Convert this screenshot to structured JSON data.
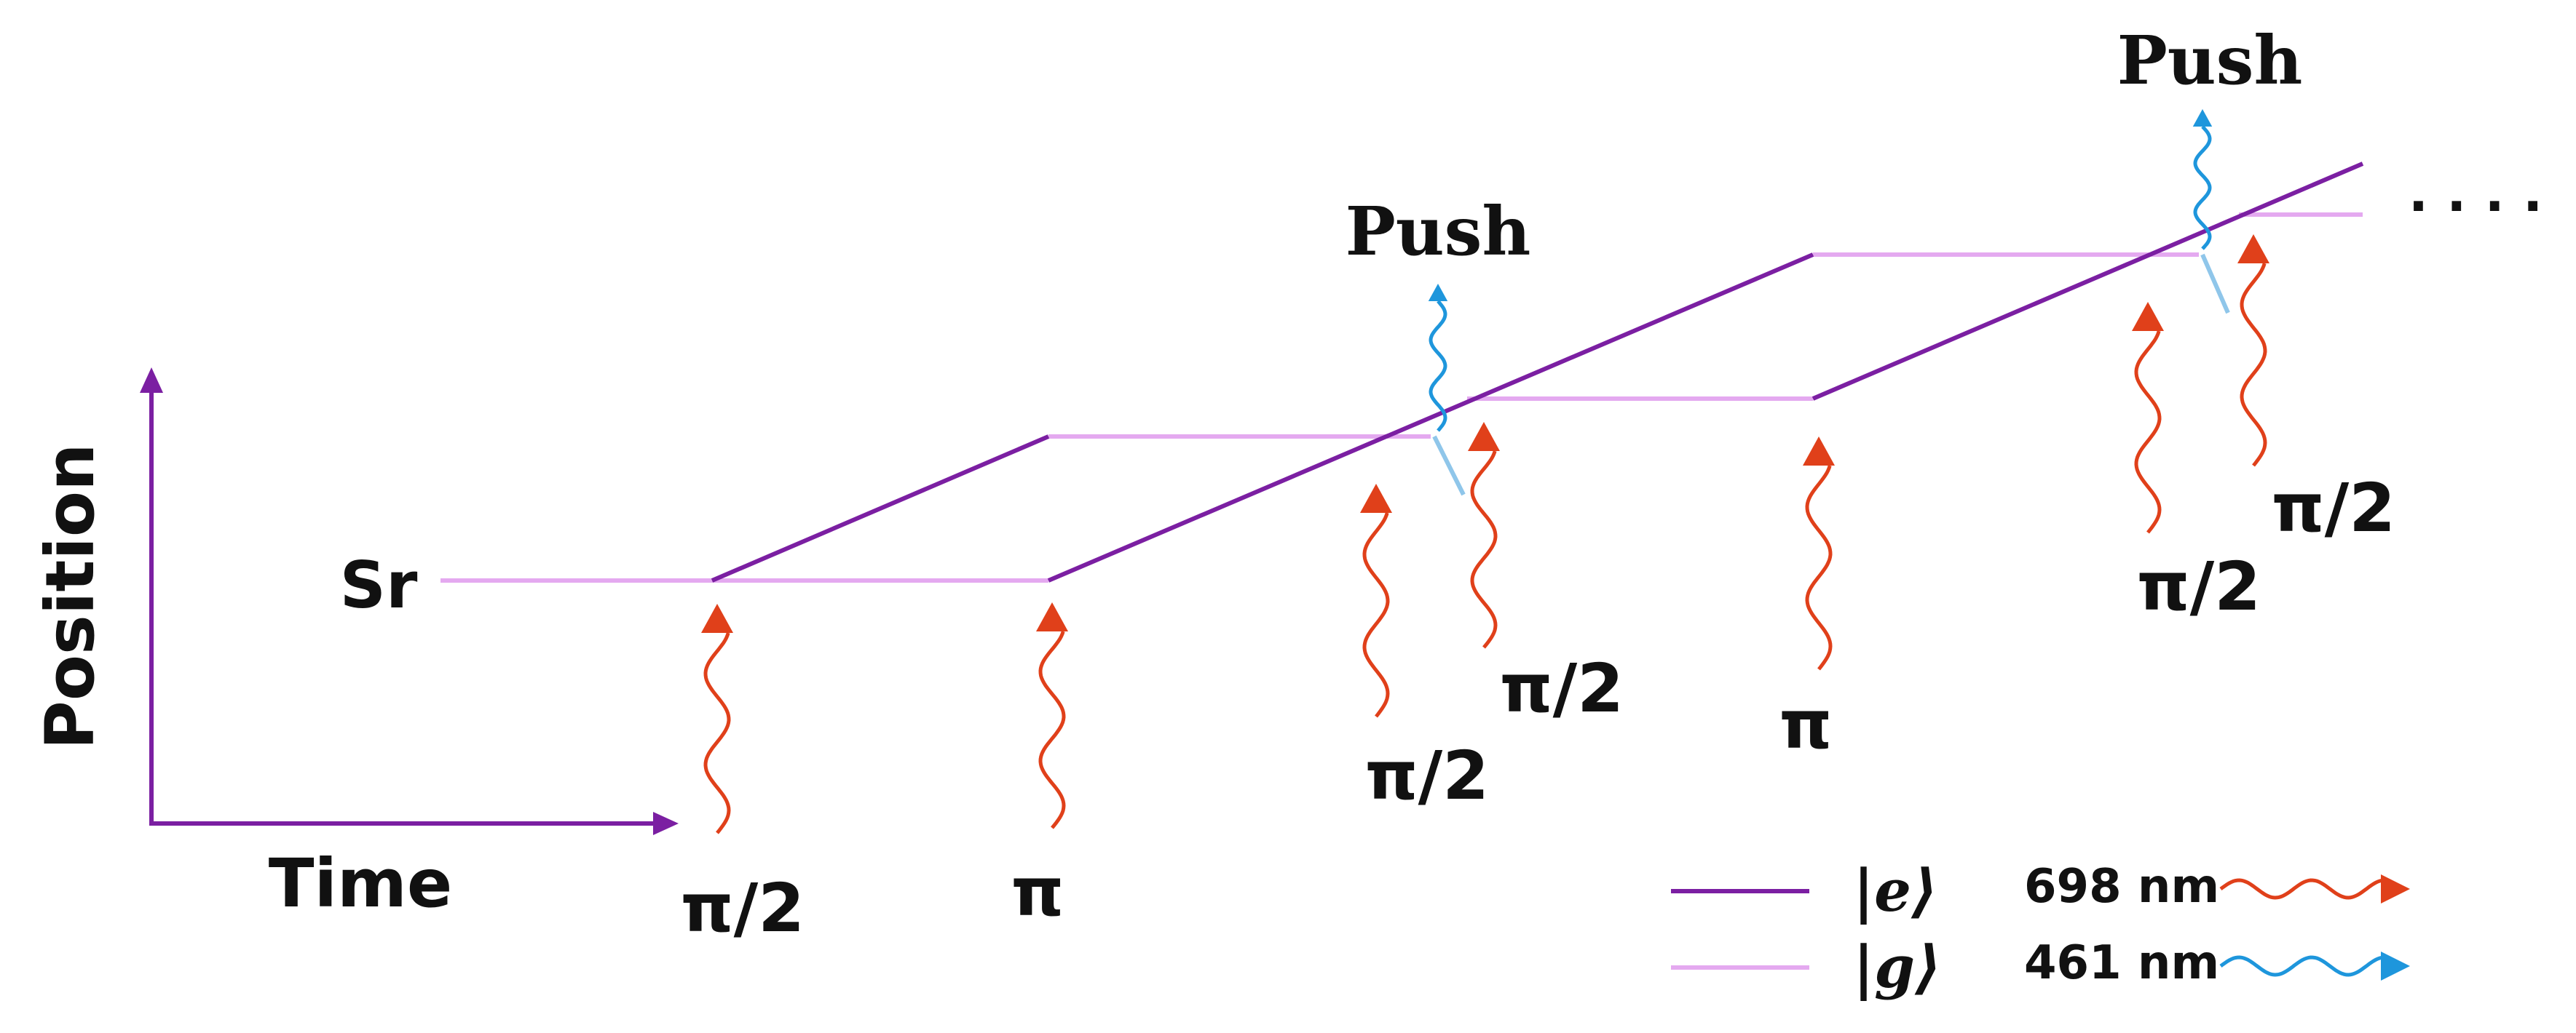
{
  "axes": {
    "y_label": "Position",
    "x_label": "Time"
  },
  "atom_label": "Sr",
  "push_labels": [
    "Push",
    "Push"
  ],
  "pulse_labels": [
    "π/2",
    "π",
    "π/2",
    "π/2",
    "π",
    "π/2",
    "π/2"
  ],
  "continuation": ". . . .",
  "legend": {
    "excited_state": "|e⟩",
    "ground_state": "|g⟩",
    "red_wavelength": "698 nm",
    "blue_wavelength": "461 nm"
  },
  "colors": {
    "excited": "#7B1FA2",
    "ground": "#E4A9F0",
    "axis": "#7B1FA2",
    "red_laser": "#E0401A",
    "blue_laser": "#1E96DC",
    "kick": "#8FC6EA"
  }
}
